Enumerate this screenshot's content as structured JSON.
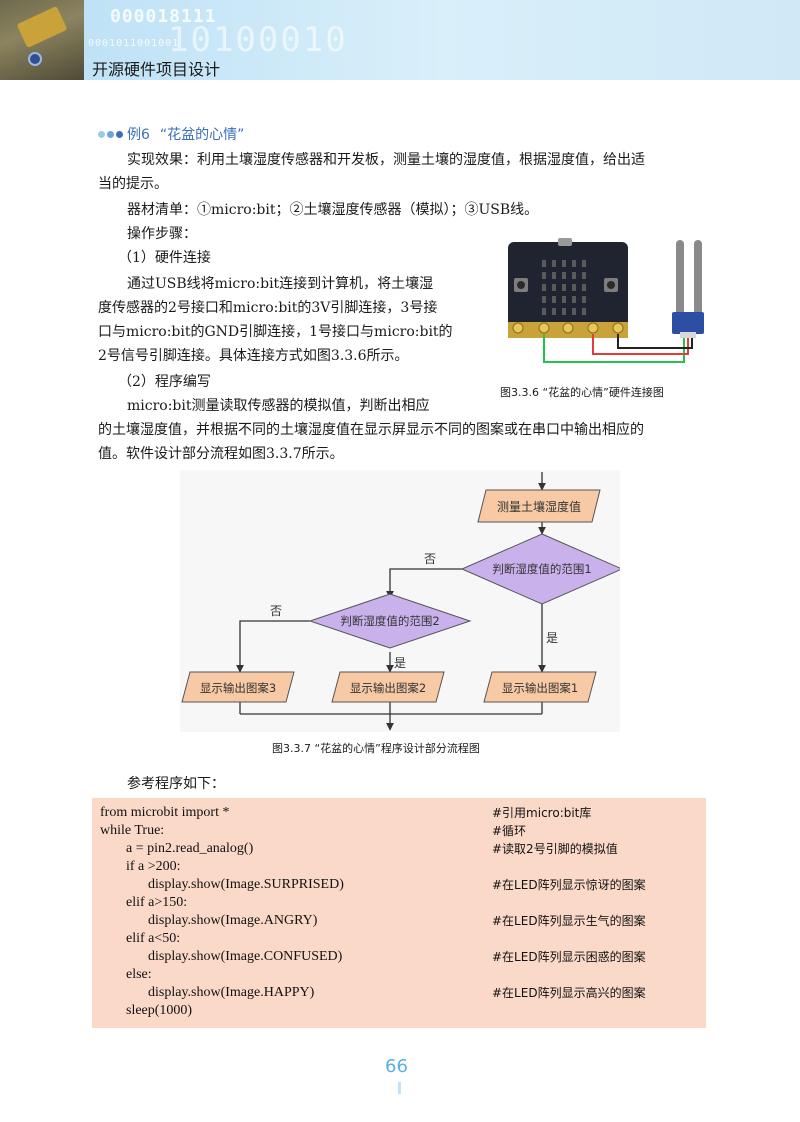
{
  "header": {
    "title": "开源硬件项目设计",
    "binary_big": "000018111",
    "binary_small": "0001011001001",
    "binary_wide": "10100010"
  },
  "example": {
    "number": "例6",
    "title": "“花盆的心情”"
  },
  "paragraphs": {
    "effect_1": "实现效果：利用土壤湿度传感器和开发板，测量土壤的湿度值，根据湿度值，给出适",
    "effect_2": "当的提示。",
    "materials": "器材清单：①micro:bit；②土壤湿度传感器（模拟）；③USB线。",
    "steps": "操作步骤：",
    "step1_title": "（1）硬件连接",
    "step1_1": "通过USB线将micro:bit连接到计算机，将土壤湿",
    "step1_2": "度传感器的2号接口和micro:bit的3V引脚连接，3号接",
    "step1_3": "口与micro:bit的GND引脚连接，1号接口与micro:bit的",
    "step1_4": "2号信号引脚连接。具体连接方式如图3.3.6所示。",
    "step2_title": "（2）程序编写",
    "step2_1": "micro:bit测量读取传感器的模拟值，判断出相应",
    "step2_2": "的土壤湿度值，并根据不同的土壤湿度值在显示屏显示不同的图案或在串口中输出相应的",
    "step2_3": "值。软件设计部分流程如图3.3.7所示。",
    "ref_program": "参考程序如下："
  },
  "figure1": {
    "caption": "图3.3.6 “花盆的心情”硬件连接图"
  },
  "flowchart": {
    "measure": "测量土壤湿度值",
    "decision1": "判断湿度值的范围1",
    "decision2": "判断湿度值的范围2",
    "out1": "显示输出图案1",
    "out2": "显示输出图案2",
    "out3": "显示输出图案3",
    "no1": "否",
    "no2": "否",
    "yes1": "是",
    "yes2": "是",
    "caption": "图3.3.7 “花盆的心情”程序设计部分流程图",
    "colors": {
      "process": "#f7c9a4",
      "decision": "#c9b2ec"
    }
  },
  "code": {
    "lines": [
      "from microbit import *",
      "while True:",
      "a = pin2.read_analog()",
      "if a >200:",
      "display.show(Image.SURPRISED)",
      "elif a>150:",
      "display.show(Image.ANGRY)",
      "elif a<50:",
      "display.show(Image.CONFUSED)",
      "else:",
      "display.show(Image.HAPPY)",
      "sleep(1000)"
    ],
    "comments": [
      "#引用micro:bit库",
      "#循环",
      "#读取2号引脚的模拟值",
      "",
      "#在LED阵列显示惊讶的图案",
      "",
      "#在LED阵列显示生气的图案",
      "",
      "#在LED阵列显示困惑的图案",
      "",
      "#在LED阵列显示高兴的图案",
      ""
    ]
  },
  "page_number": "66"
}
